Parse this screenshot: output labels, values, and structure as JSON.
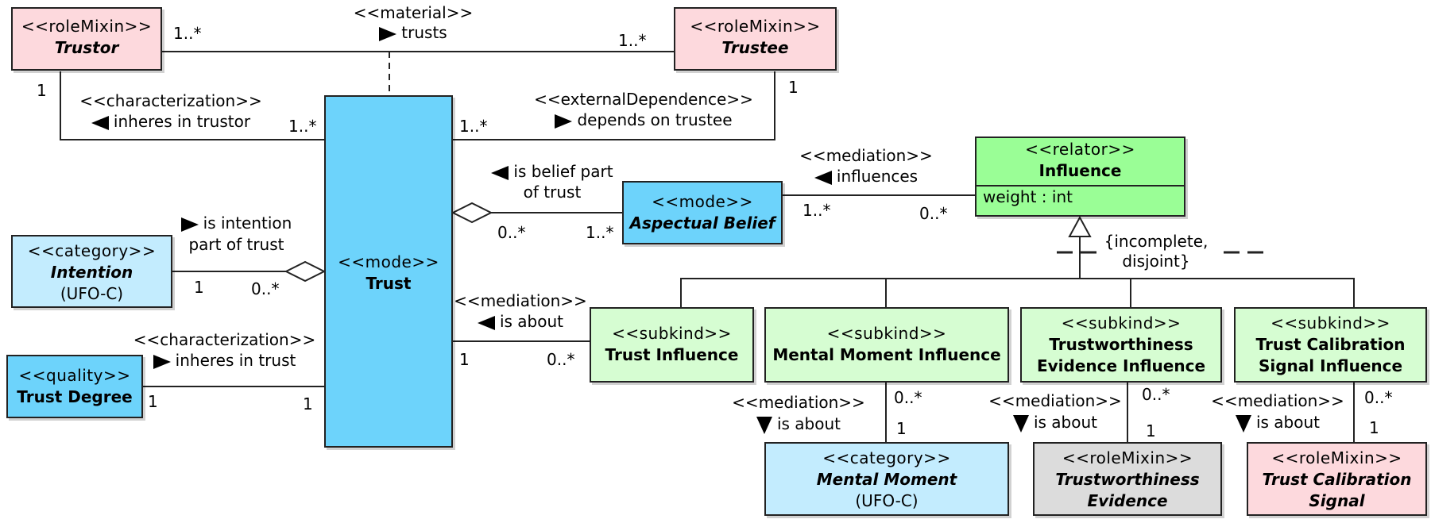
{
  "classes": {
    "trustor": {
      "stereotype": "<<roleMixin>>",
      "name": "Trustor"
    },
    "trustee": {
      "stereotype": "<<roleMixin>>",
      "name": "Trustee"
    },
    "trust": {
      "stereotype": "<<mode>>",
      "name": "Trust"
    },
    "aspectual_belief": {
      "stereotype": "<<mode>>",
      "name": "Aspectual Belief"
    },
    "influence": {
      "stereotype": "<<relator>>",
      "name": "Influence",
      "attribute": "weight : int"
    },
    "intention": {
      "stereotype": "<<category>>",
      "name": "Intention",
      "note": "(UFO-C)"
    },
    "trust_degree": {
      "stereotype": "<<quality>>",
      "name": "Trust Degree"
    },
    "trust_influence": {
      "stereotype": "<<subkind>>",
      "name": "Trust Influence"
    },
    "mental_moment_influence": {
      "stereotype": "<<subkind>>",
      "name": "Mental Moment Influence"
    },
    "trustworthiness_evidence_influence": {
      "stereotype": "<<subkind>>",
      "name_line1": "Trustworthiness",
      "name_line2": "Evidence Influence"
    },
    "trust_calibration_signal_influence": {
      "stereotype": "<<subkind>>",
      "name_line1": "Trust Calibration",
      "name_line2": "Signal Influence"
    },
    "mental_moment": {
      "stereotype": "<<category>>",
      "name": "Mental Moment",
      "note": "(UFO-C)"
    },
    "trustworthiness_evidence": {
      "stereotype": "<<roleMixin>>",
      "name_line1": "Trustworthiness",
      "name_line2": "Evidence"
    },
    "trust_calibration_signal": {
      "stereotype": "<<roleMixin>>",
      "name_line1": "Trust Calibration",
      "name_line2": "Signal"
    }
  },
  "associations": {
    "trusts": {
      "stereotype": "<<material>>",
      "name": "trusts",
      "mult_trustor": "1..*",
      "mult_trustee": "1..*"
    },
    "inheres_trustor": {
      "stereotype": "<<characterization>>",
      "name": "inheres in trustor",
      "mult_trustor": "1",
      "mult_trust": "1..*"
    },
    "depends_on_trustee": {
      "stereotype": "<<externalDependence>>",
      "name": "depends on trustee",
      "mult_trust": "1..*",
      "mult_trustee": "1"
    },
    "influences": {
      "stereotype": "<<mediation>>",
      "name": "influences",
      "mult_belief": "1..*",
      "mult_influence": "0..*"
    },
    "belief_part": {
      "name_line1": "is belief part",
      "name_line2": "of trust",
      "mult_trust": "0..*",
      "mult_belief": "1..*"
    },
    "intention_part": {
      "name_line1": "is intention",
      "name_line2": "part of trust",
      "mult_intention": "1",
      "mult_trust": "0..*"
    },
    "inheres_trust": {
      "stereotype": "<<characterization>>",
      "name": "inheres in trust",
      "mult_degree": "1",
      "mult_trust": "1"
    },
    "is_about_trust": {
      "stereotype": "<<mediation>>",
      "name": "is about",
      "mult_trust": "1",
      "mult_influence": "0..*"
    },
    "is_about_mm": {
      "stereotype": "<<mediation>>",
      "name": "is about",
      "mult_top": "0..*",
      "mult_bottom": "1"
    },
    "is_about_te": {
      "stereotype": "<<mediation>>",
      "name": "is about",
      "mult_top": "0..*",
      "mult_bottom": "1"
    },
    "is_about_tcs": {
      "stereotype": "<<mediation>>",
      "name": "is about",
      "mult_top": "0..*",
      "mult_bottom": "1"
    }
  },
  "generalization_set": {
    "line1": "{incomplete,",
    "line2": "disjoint}"
  },
  "colors": {
    "role_pink": "#fdd9dd",
    "mode_blue": "#6dd3fb",
    "category_light_blue": "#c3ecfe",
    "subkind_light_green": "#d6fdd2",
    "relator_green": "#9afe96",
    "grey": "#dcdcdc"
  }
}
